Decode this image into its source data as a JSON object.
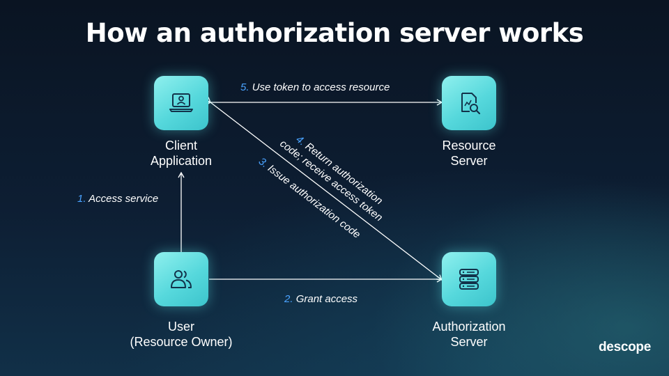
{
  "title": "How an authorization server works",
  "nodes": {
    "client": {
      "line1": "Client",
      "line2": "Application",
      "icon": "laptop-user-icon"
    },
    "resource": {
      "line1": "Resource",
      "line2": "Server",
      "icon": "document-search-icon"
    },
    "user": {
      "line1": "User",
      "line2": "(Resource Owner)",
      "icon": "users-icon"
    },
    "auth": {
      "line1": "Authorization",
      "line2": "Server",
      "icon": "server-icon"
    }
  },
  "steps": {
    "s1": {
      "num": "1.",
      "text": "Access service"
    },
    "s2": {
      "num": "2.",
      "text": "Grant access"
    },
    "s3": {
      "num": "3.",
      "text": "Issue authorization code"
    },
    "s4": {
      "num": "4.",
      "line1": "Return authorization",
      "line2": "code; receive access token"
    },
    "s5": {
      "num": "5.",
      "text": "Use token to access resource"
    }
  },
  "logo": "descope",
  "colors": {
    "accent": "#4aa3ff",
    "node": "#56d8dc",
    "background": "#0d1e33"
  }
}
